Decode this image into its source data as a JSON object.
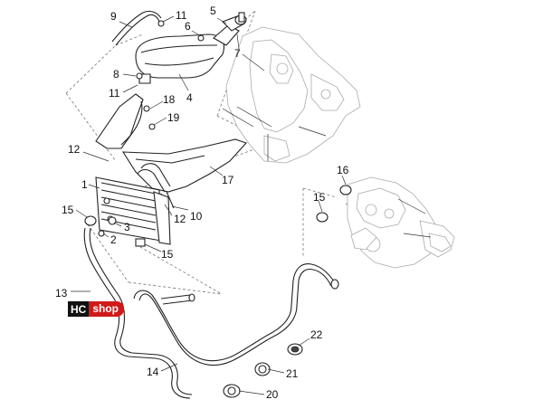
{
  "callouts": [
    {
      "id": "9",
      "text": "9"
    },
    {
      "id": "11a",
      "text": "11"
    },
    {
      "id": "6",
      "text": "6"
    },
    {
      "id": "5",
      "text": "5"
    },
    {
      "id": "7",
      "text": "7"
    },
    {
      "id": "8",
      "text": "8"
    },
    {
      "id": "11b",
      "text": "11"
    },
    {
      "id": "4",
      "text": "4"
    },
    {
      "id": "18",
      "text": "18"
    },
    {
      "id": "19",
      "text": "19"
    },
    {
      "id": "12a",
      "text": "12"
    },
    {
      "id": "1",
      "text": "1"
    },
    {
      "id": "17",
      "text": "17"
    },
    {
      "id": "15a",
      "text": "15"
    },
    {
      "id": "3",
      "text": "3"
    },
    {
      "id": "12b",
      "text": "12"
    },
    {
      "id": "10",
      "text": "10"
    },
    {
      "id": "2",
      "text": "2"
    },
    {
      "id": "15b",
      "text": "15"
    },
    {
      "id": "16",
      "text": "16"
    },
    {
      "id": "15c",
      "text": "15"
    },
    {
      "id": "13",
      "text": "13"
    },
    {
      "id": "22",
      "text": "22"
    },
    {
      "id": "14",
      "text": "14"
    },
    {
      "id": "21",
      "text": "21"
    },
    {
      "id": "20",
      "text": "20"
    }
  ],
  "logo": {
    "left": "HC",
    "right": "shop"
  },
  "icons": {
    "frame": "scooter-frame",
    "engine": "engine-block",
    "radiator": "radiator",
    "tank": "expansion-tank"
  }
}
